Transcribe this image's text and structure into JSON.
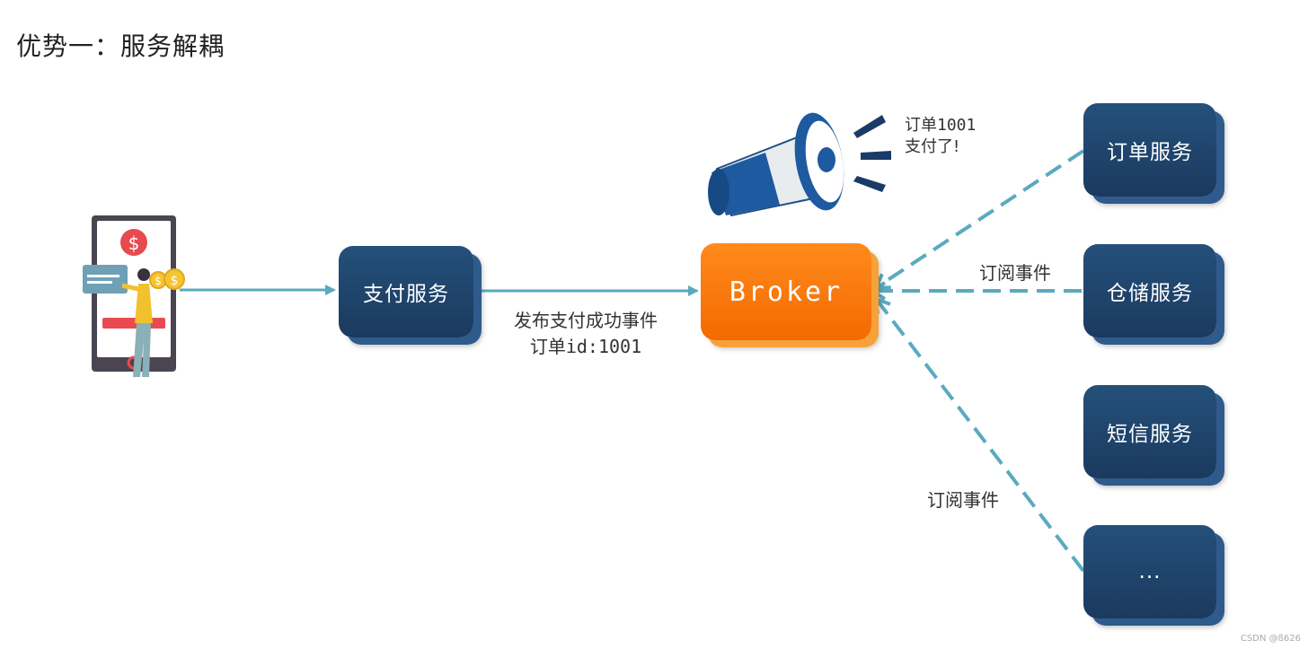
{
  "title": "优势一：服务解耦",
  "payment_service": "支付服务",
  "broker": "Broker",
  "publish_event": {
    "line1": "发布支付成功事件",
    "line2": "订单id:1001"
  },
  "announcement": {
    "line1": "订单1001",
    "line2": "支付了!"
  },
  "subscribe_label_top": "订阅事件",
  "subscribe_label_bottom": "订阅事件",
  "services": {
    "order": "订单服务",
    "storage": "仓储服务",
    "sms": "短信服务",
    "more": "..."
  },
  "watermark": "CSDN @ß626",
  "colors": {
    "navy": "#1b3a5f",
    "orange": "#f36a00",
    "arrow": "#5aaabf"
  }
}
